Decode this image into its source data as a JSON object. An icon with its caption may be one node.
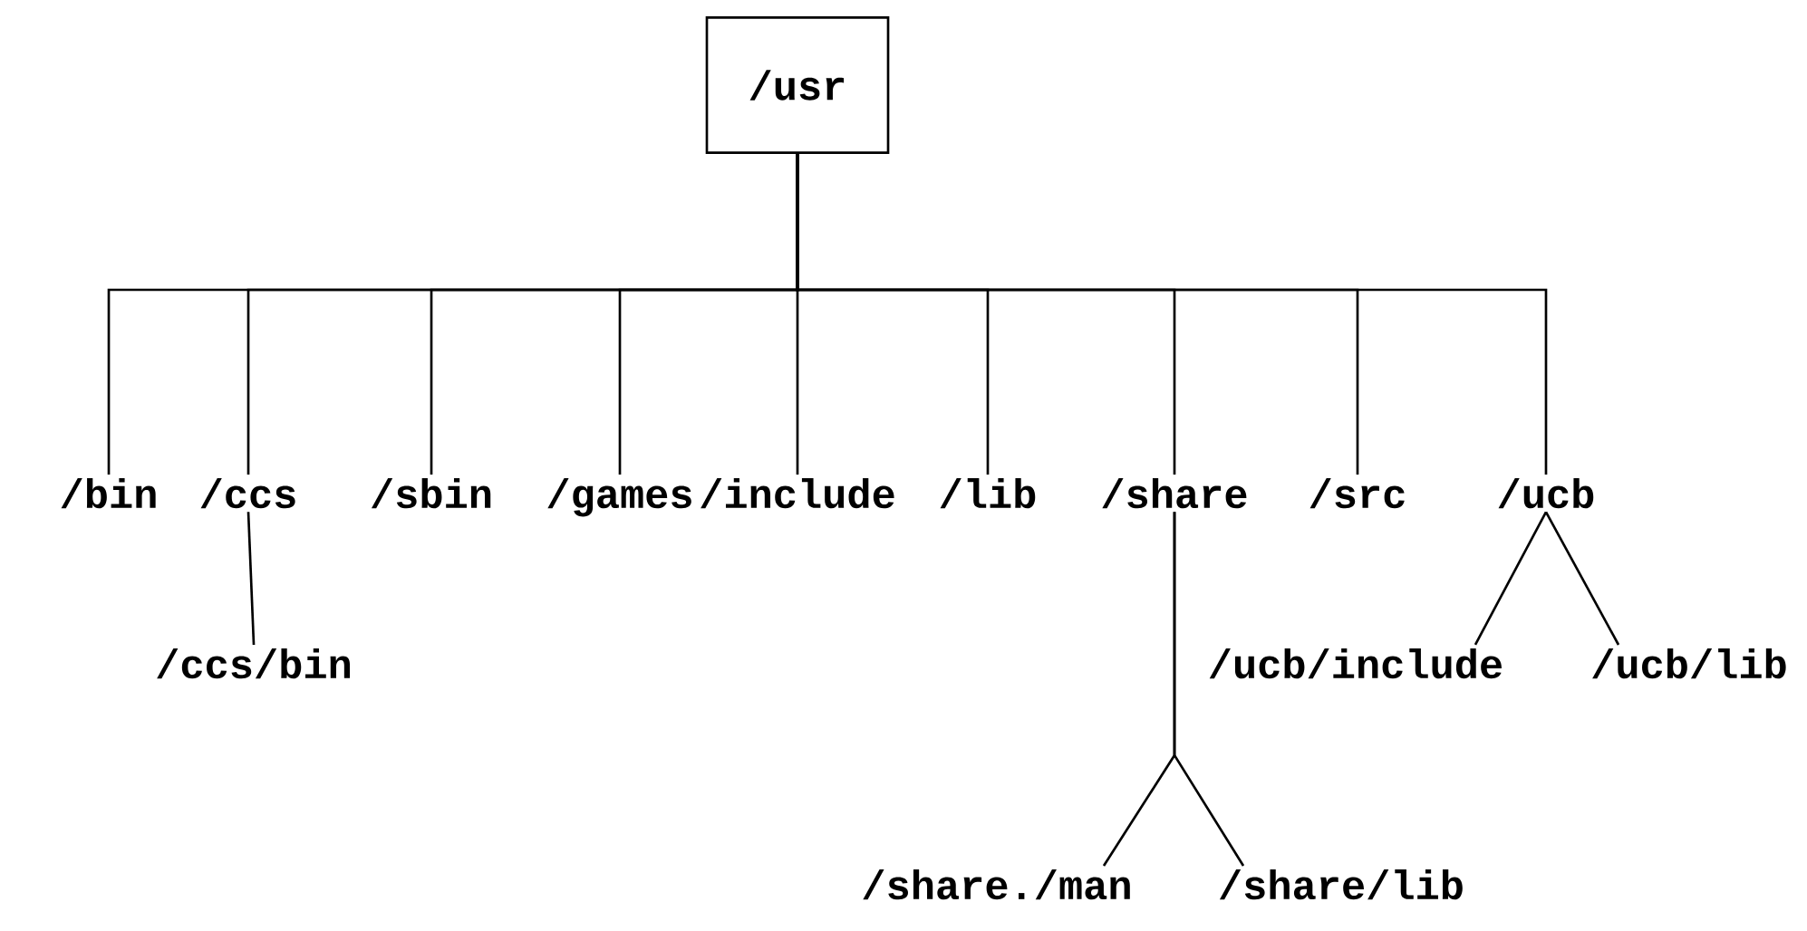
{
  "diagram": {
    "nodes": [
      {
        "text": [
          "/usr"
        ]
      },
      {
        "text": [
          "/bin"
        ]
      },
      {
        "text": [
          "/ccs"
        ]
      },
      {
        "text": [
          "/sbin"
        ]
      },
      {
        "text": [
          "/games"
        ]
      },
      {
        "text": [
          "/include"
        ]
      },
      {
        "text": [
          "/lib"
        ]
      },
      {
        "text": [
          "/share"
        ]
      },
      {
        "text": [
          "/src"
        ]
      },
      {
        "text": [
          "/ucb"
        ]
      },
      {
        "text": [
          "/ccs/bin"
        ]
      },
      {
        "text": [
          "/ucb/include"
        ]
      },
      {
        "text": [
          "/ucb/lib"
        ]
      },
      {
        "text": [
          "/share./man"
        ]
      },
      {
        "text": [
          "/share/lib"
        ]
      }
    ],
    "edges": [
      {
        "from": 0,
        "to": 1,
        "arrow": "none"
      },
      {
        "from": 0,
        "to": 2,
        "arrow": "none"
      },
      {
        "from": 0,
        "to": 3,
        "arrow": "none"
      },
      {
        "from": 0,
        "to": 4,
        "arrow": "none"
      },
      {
        "from": 0,
        "to": 5,
        "arrow": "none"
      },
      {
        "from": 0,
        "to": 6,
        "arrow": "none"
      },
      {
        "from": 0,
        "to": 7,
        "arrow": "none"
      },
      {
        "from": 0,
        "to": 8,
        "arrow": "none"
      },
      {
        "from": 0,
        "to": 9,
        "arrow": "none"
      },
      {
        "from": 2,
        "to": 10,
        "arrow": "none"
      },
      {
        "from": 9,
        "to": 11,
        "arrow": "none"
      },
      {
        "from": 9,
        "to": 12,
        "arrow": "none"
      },
      {
        "from": 7,
        "to": 13,
        "arrow": "none"
      },
      {
        "from": 7,
        "to": 14,
        "arrow": "none"
      }
    ]
  }
}
